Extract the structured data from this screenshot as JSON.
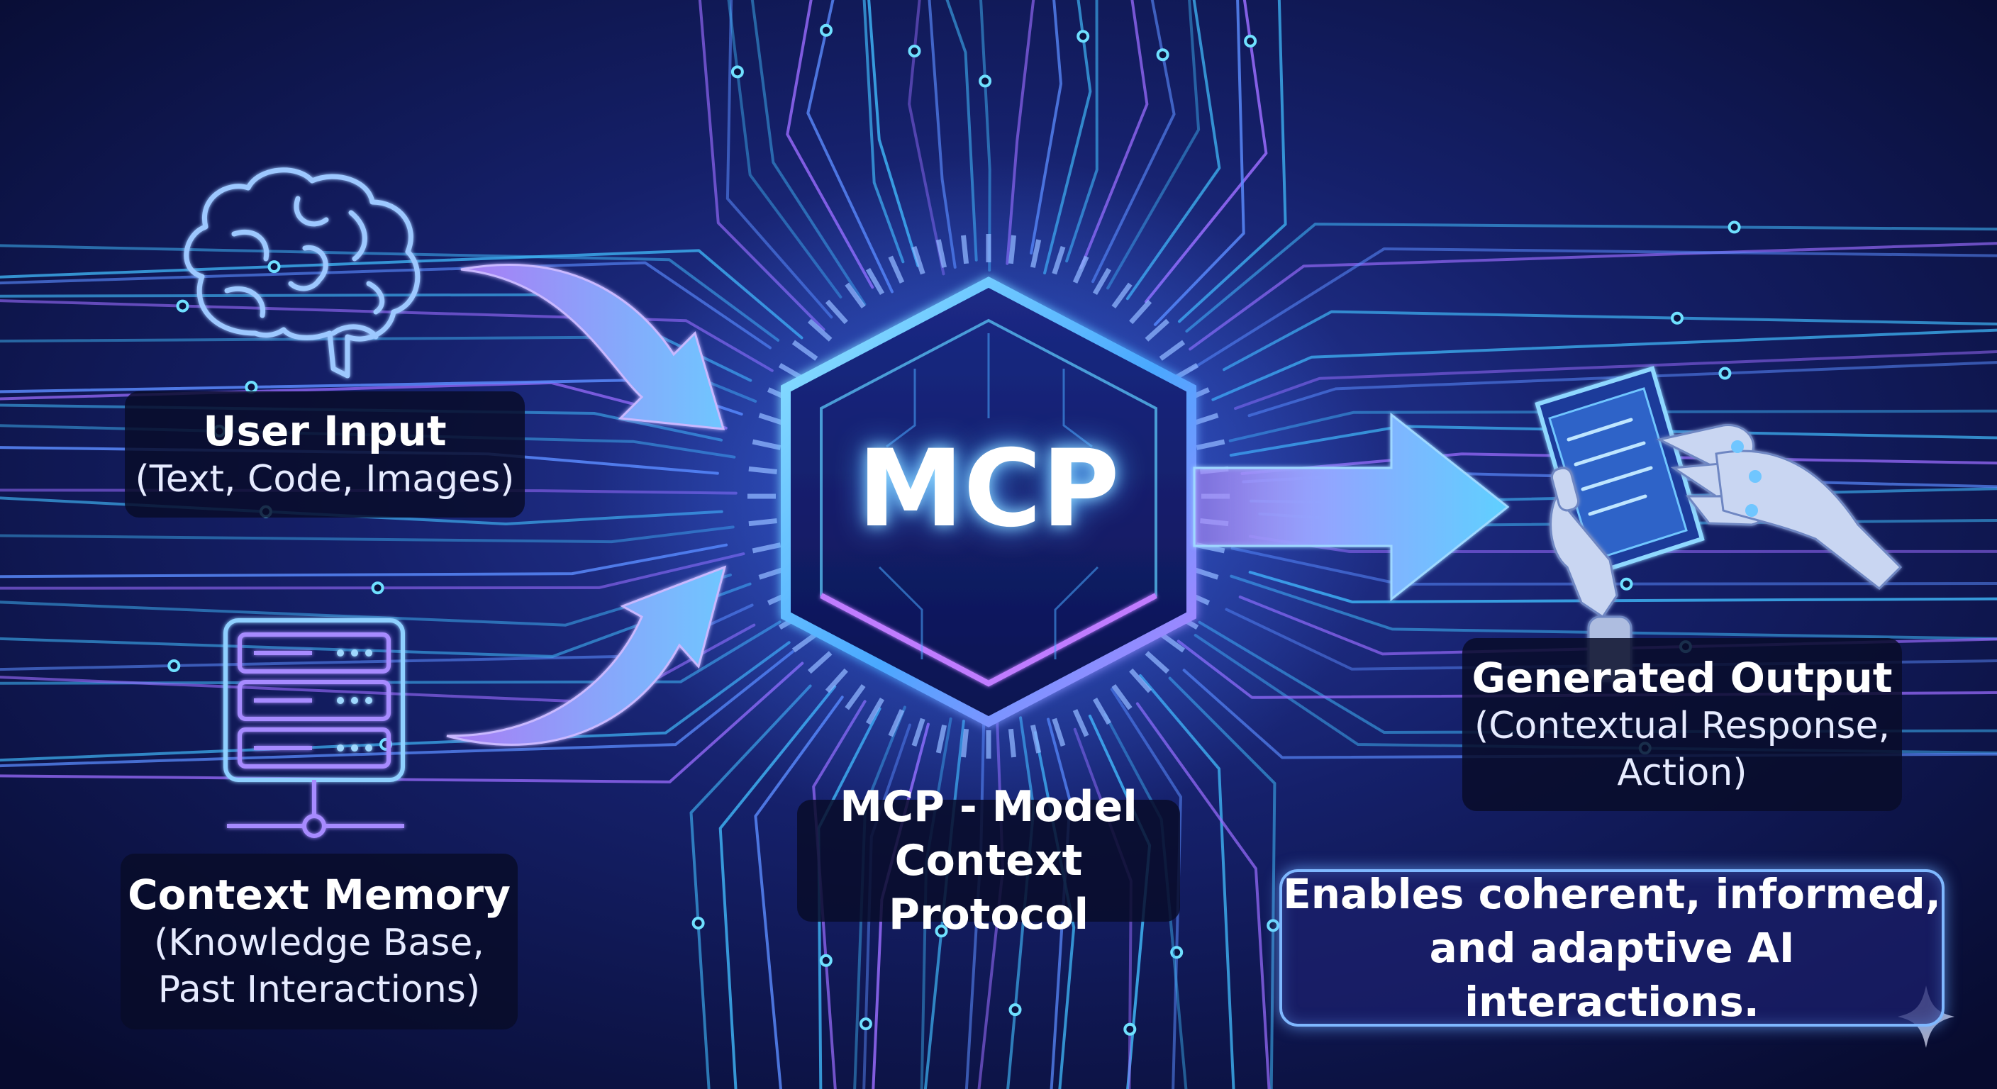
{
  "nodes": {
    "user_input": {
      "title": "User Input",
      "subtitle": "(Text, Code, Images)"
    },
    "context_memory": {
      "title": "Context Memory",
      "subtitle_line1": "(Knowledge Base,",
      "subtitle_line2": "Past Interactions)"
    },
    "mcp_core": {
      "title": "MCP"
    },
    "generated_output": {
      "title": "Generated Output",
      "subtitle_line1": "(Contextual Response,",
      "subtitle_line2": "Action)"
    }
  },
  "mcp_label": {
    "line1": "MCP - Model",
    "line2": "Context Protocol"
  },
  "callout": {
    "line1": "Enables coherent, informed,",
    "line2": "and adaptive AI interactions."
  },
  "icons": [
    "brain-icon",
    "server-icon",
    "robot-hand-icon",
    "tablet-icon",
    "sparkle-icon"
  ],
  "colors": {
    "background": "#0b1240",
    "circuit_cyan": "#3fb5f5",
    "circuit_violet": "#9b6cff",
    "arrow_start": "#a97cf5",
    "arrow_end": "#6fc6ff",
    "glow": "#7fd6ff"
  }
}
